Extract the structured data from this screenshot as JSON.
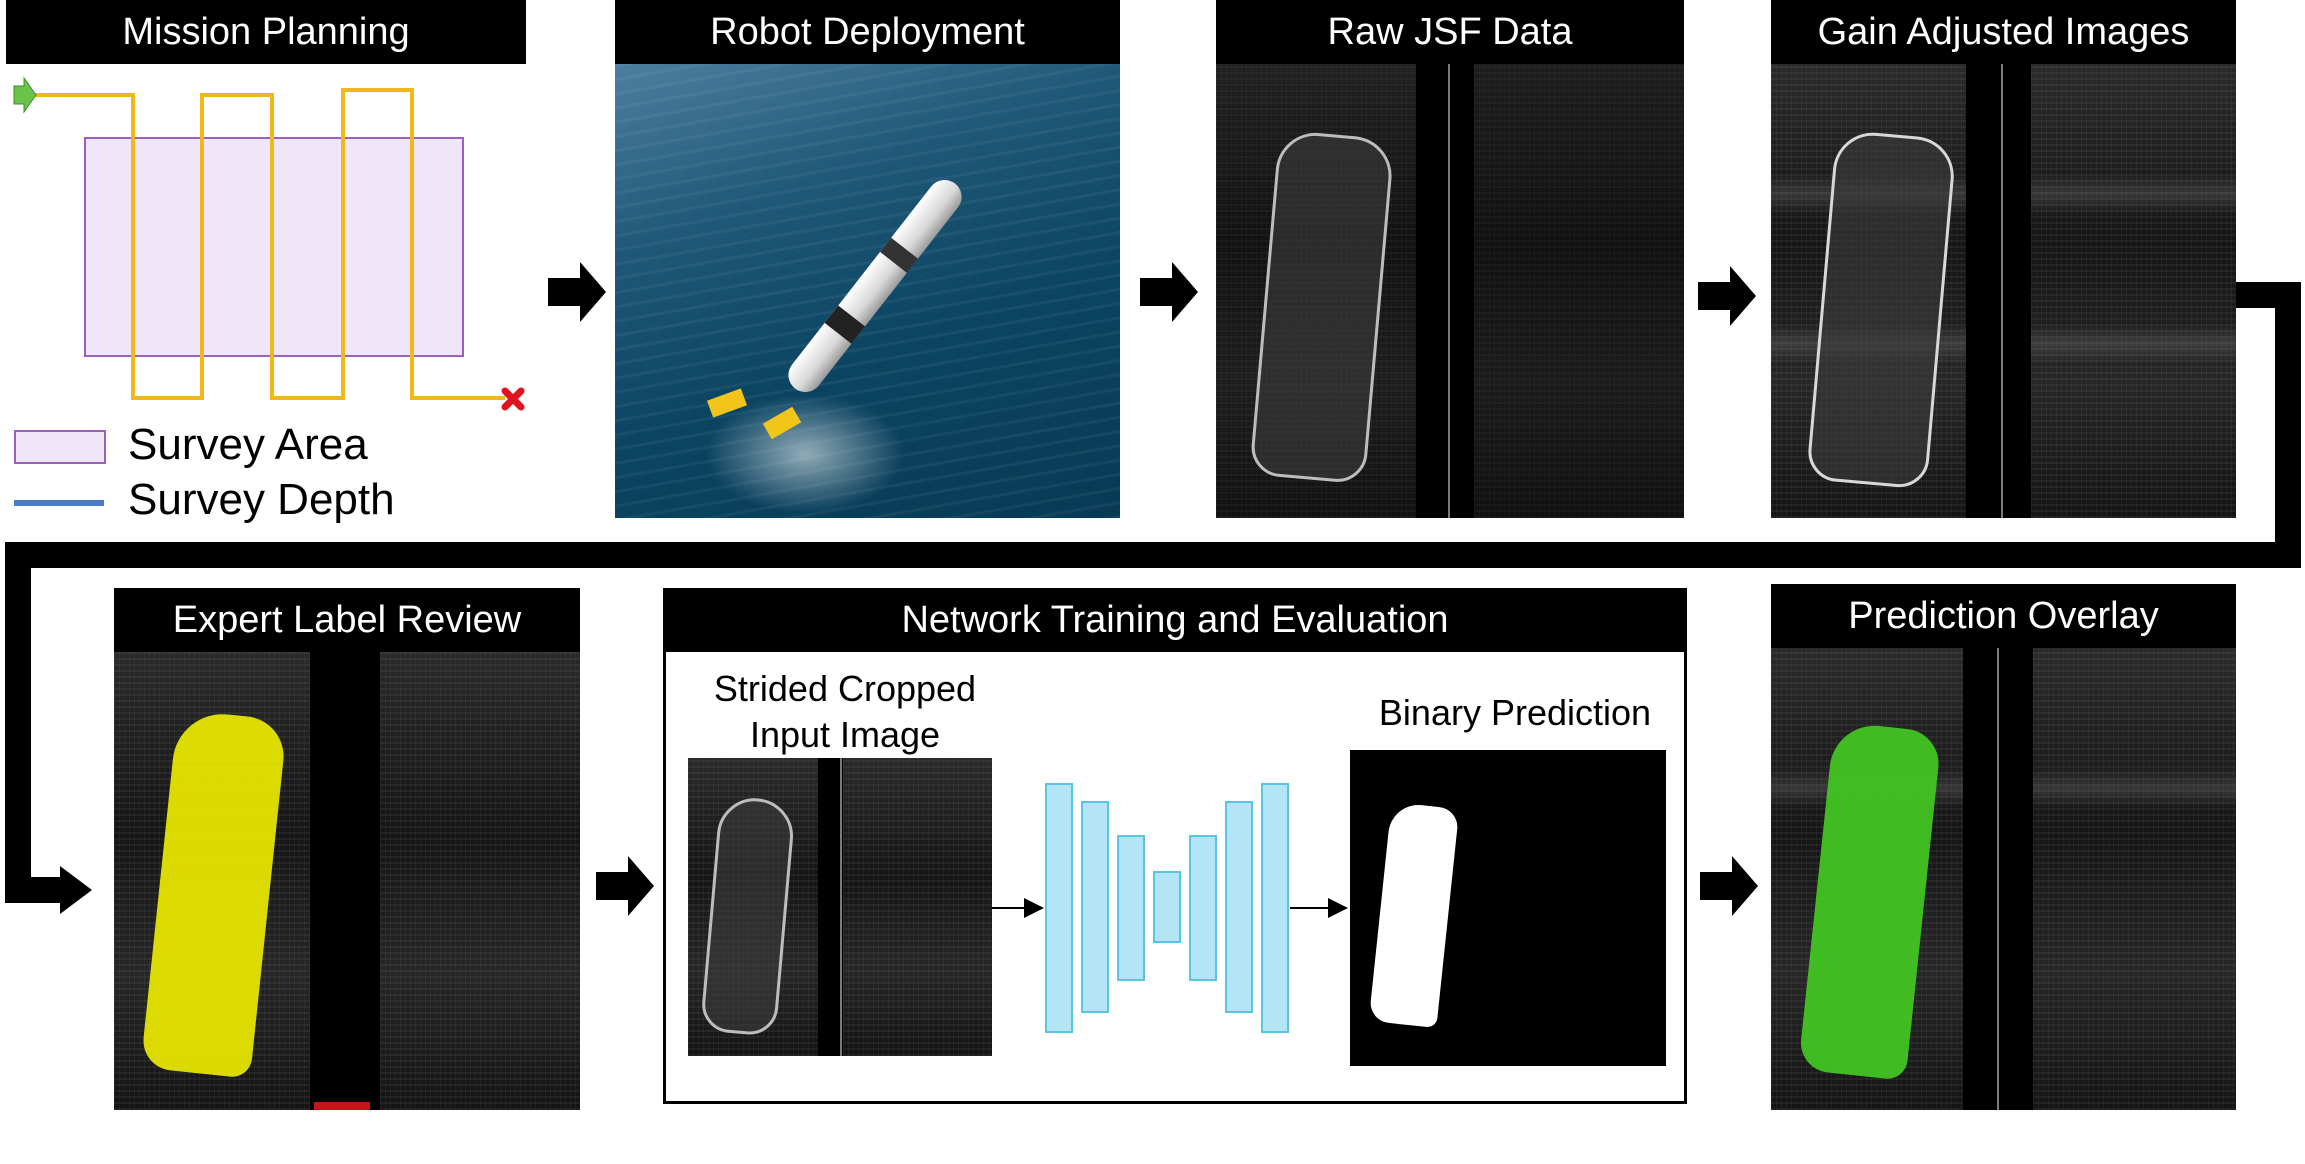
{
  "panels": {
    "mission_planning": "Mission Planning",
    "robot_deployment": "Robot Deployment",
    "raw_jsf": "Raw JSF Data",
    "gain_adjusted": "Gain Adjusted Images",
    "expert_label": "Expert Label Review",
    "network": "Network Training and Evaluation",
    "prediction_overlay": "Prediction Overlay"
  },
  "legend": {
    "survey_area": "Survey Area",
    "survey_depth": "Survey Depth"
  },
  "network_panel": {
    "input_label_line1": "Strided Cropped",
    "input_label_line2": "Input Image",
    "output_label": "Binary Prediction"
  },
  "colors": {
    "survey_area_fill": "#efe6f7",
    "survey_area_border": "#9a5fbf",
    "survey_depth": "#4a7bc4",
    "path": "#f2b81b",
    "start_arrow": "#6cc24a",
    "end_marker": "#e0141e",
    "label_yellow": "#f0f000",
    "prediction_green": "#44cc22",
    "unet_fill": "#b3e5f7",
    "unet_border": "#5bc4e6"
  },
  "icons": {
    "start": "green-arrow-icon",
    "end": "red-x-icon"
  }
}
